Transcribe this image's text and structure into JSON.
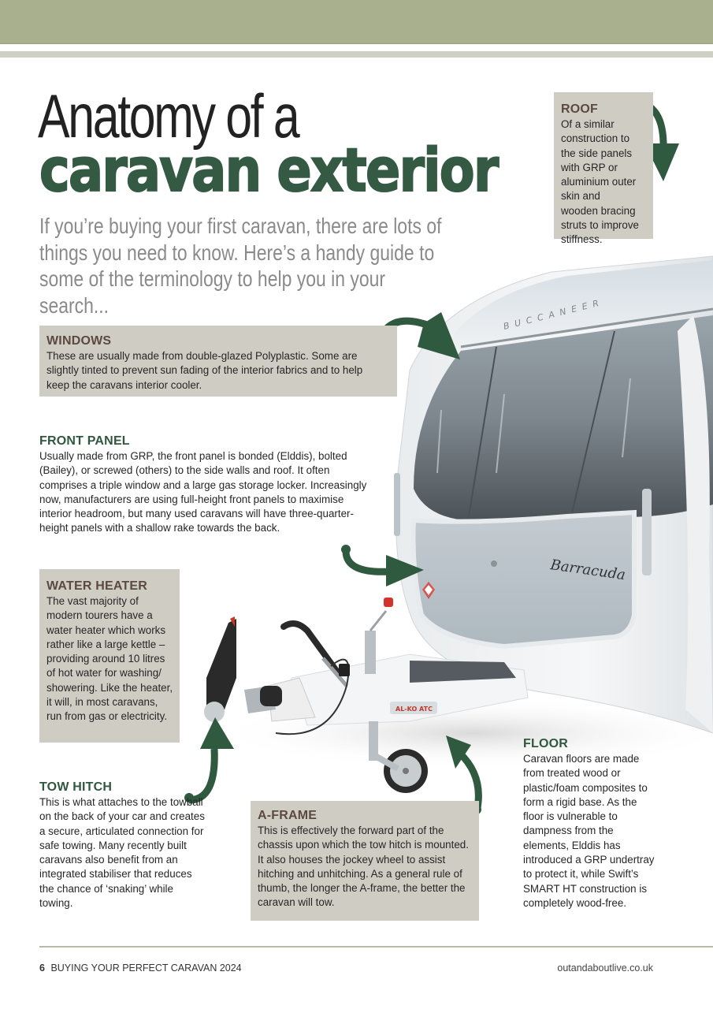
{
  "header": {
    "band_color": "#a8b08e",
    "stripe_color": "#cfd0c4"
  },
  "title": {
    "line1": "Anatomy of a",
    "line2": "caravan exterior",
    "accent_color": "#355a44"
  },
  "intro": "If you’re buying your first caravan, there are lots of things you need to know. Here’s a handy guide to some of the terminology to help you in your search...",
  "callouts": {
    "roof": {
      "label": "ROOF",
      "text": "Of a similar construction to the side panels with GRP or aluminium outer skin and wooden bracing struts to improve stiffness."
    },
    "windows": {
      "label": "WINDOWS",
      "text": "These are usually made from double-glazed Polyplastic. Some are slightly tinted to prevent sun fading of the interior fabrics and to help keep the caravans interior cooler."
    },
    "front_panel": {
      "label": "FRONT PANEL",
      "text": "Usually made from GRP, the front panel is bonded (Elddis), bolted (Bailey), or screwed (others) to the side walls and roof. It often comprises a triple window and a large gas storage locker. Increasingly now, manufacturers are using full-height front panels to maximise interior headroom, but many used caravans will have three-quarter-height panels with a shallow rake towards the back."
    },
    "water_heater": {
      "label": "WATER HEATER",
      "text": "The vast majority of modern tourers have a water heater which works rather like a large kettle – providing around 10 litres of hot water for washing/ showering. Like the heater, it will, in most caravans, run from gas or electricity."
    },
    "tow_hitch": {
      "label": "TOW HITCH",
      "text": "This is what attaches to the towball on the back of your car and creates a secure, articulated connection for safe towing. Many recently built caravans also benefit from an integrated stabiliser that reduces the chance of ‘snaking’ while towing."
    },
    "a_frame": {
      "label": "A-FRAME",
      "text": "This is effectively the forward part of the chassis upon which the tow hitch is mounted. It also houses the jockey wheel to assist hitching and unhitching. As a general rule of thumb, the longer the A-frame, the better the caravan will tow."
    },
    "floor": {
      "label": "FLOOR",
      "text": "Caravan floors are made from treated wood or plastic/foam composites to form a rigid base. As the floor is vulnerable to dampness from the elements, Elddis has introduced a GRP undertray to protect it, while Swift’s SMART HT construction is completely wood-free."
    }
  },
  "image": {
    "roof_badge": "BUCCANEER",
    "model_script": "Barracuda",
    "hitch_brand": "AL-KO ATC"
  },
  "colors": {
    "box_bg": "#cfccc4",
    "label_brown": "#5b4a40",
    "label_green": "#30573f",
    "arrow_green": "#2f5a40"
  },
  "footer": {
    "page_number": "6",
    "publication": "BUYING YOUR PERFECT CARAVAN 2024",
    "website": "outandaboutlive.co.uk"
  }
}
